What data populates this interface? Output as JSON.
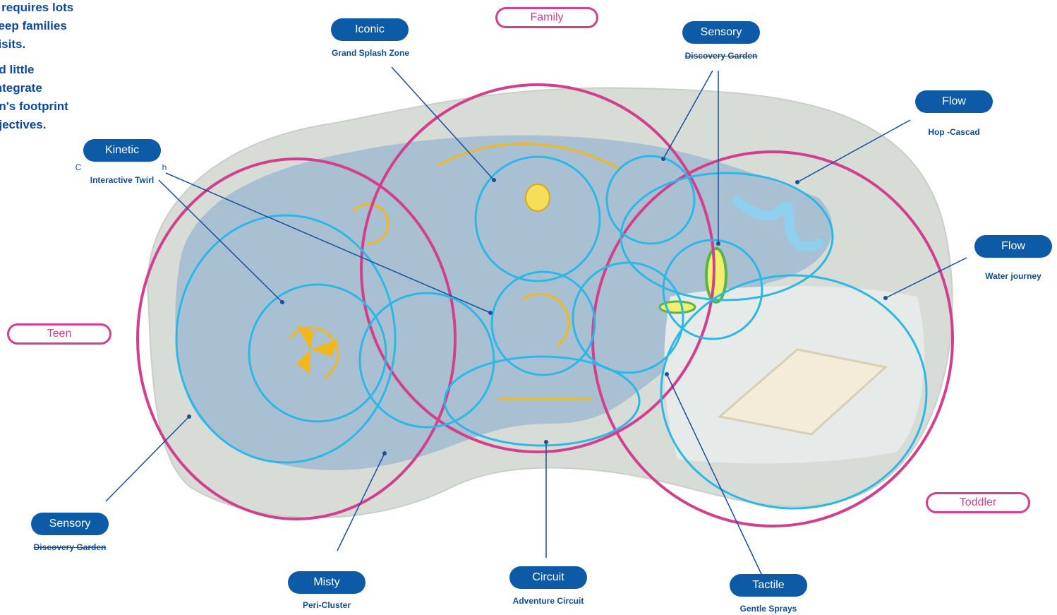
{
  "intro": {
    "paragraph1": "y requires lots\nkeep families\nvisits.",
    "paragraph2": "nd little\nintegrate\non's footprint\nbjectives."
  },
  "age_groups": {
    "family": "Family",
    "teen": "Teen",
    "toddler": "Toddler"
  },
  "zones": {
    "iconic": {
      "label": "Iconic",
      "sub": "Grand Splash Zone"
    },
    "sensory_top": {
      "label": "Sensory",
      "sub": "Discovery Garden"
    },
    "flow_top": {
      "label": "Flow",
      "sub": "Hop -Cascad"
    },
    "flow_right": {
      "label": "Flow",
      "sub": "Water journey"
    },
    "kinetic": {
      "label": "Kinetic",
      "sub_fragment": "C",
      "sub_fragment2": "h",
      "sub": "Interactive Twirl"
    },
    "sensory_bottom": {
      "label": "Sensory",
      "sub": "Discovery Garden"
    },
    "misty": {
      "label": "Misty",
      "sub": "Peri-Cluster"
    },
    "circuit": {
      "label": "Circuit",
      "sub": "Adventure Circuit"
    },
    "tactile": {
      "label": "Tactile",
      "sub": "Gentle Sprays"
    }
  },
  "colors": {
    "pill": "#0d5aa7",
    "zone_ring": "#2bb8e6",
    "age_ring": "#d43f8d",
    "water": "#a9c0d3",
    "deck": "#d7dcd6",
    "arrow": "#f2b81b",
    "leader": "#1a4f9a"
  }
}
